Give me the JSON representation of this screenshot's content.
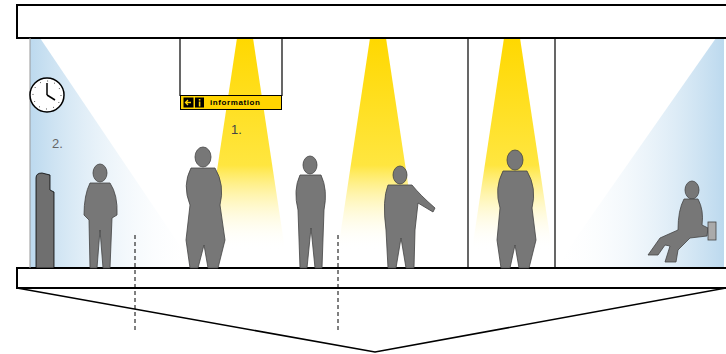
{
  "diagram": {
    "nodes": [
      {
        "text": [
          "information"
        ]
      }
    ],
    "labels": [
      "1.",
      "2."
    ]
  }
}
